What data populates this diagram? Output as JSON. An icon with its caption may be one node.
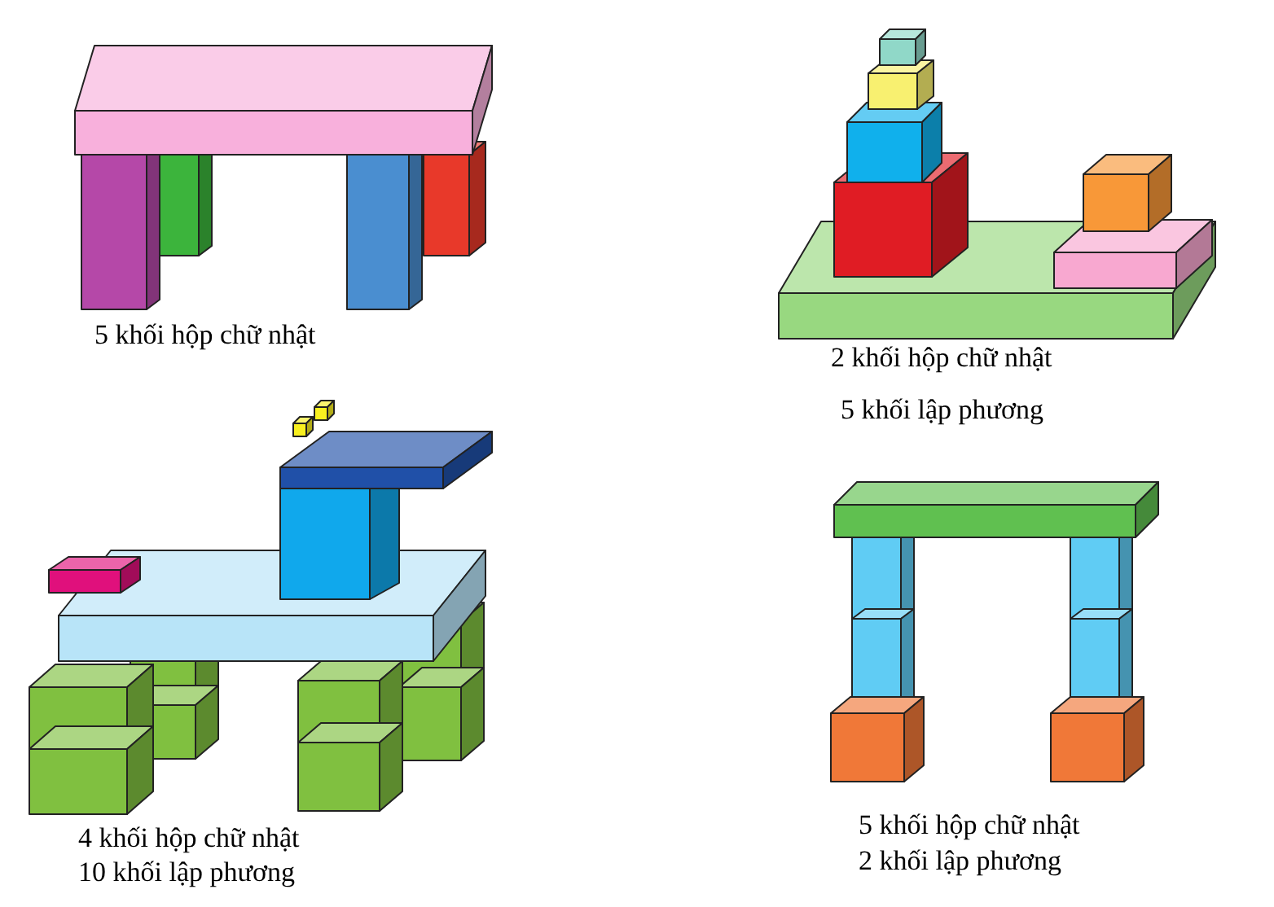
{
  "diagram": {
    "labels": [
      "5 khối hộp chữ nhật",
      "2 khối hộp chữ nhật",
      "5 khối lập phương",
      "4 khối hộp chữ nhật",
      "10 khối lập phương",
      "5 khối hộp chữ nhật",
      "2 khối lập phương"
    ]
  }
}
